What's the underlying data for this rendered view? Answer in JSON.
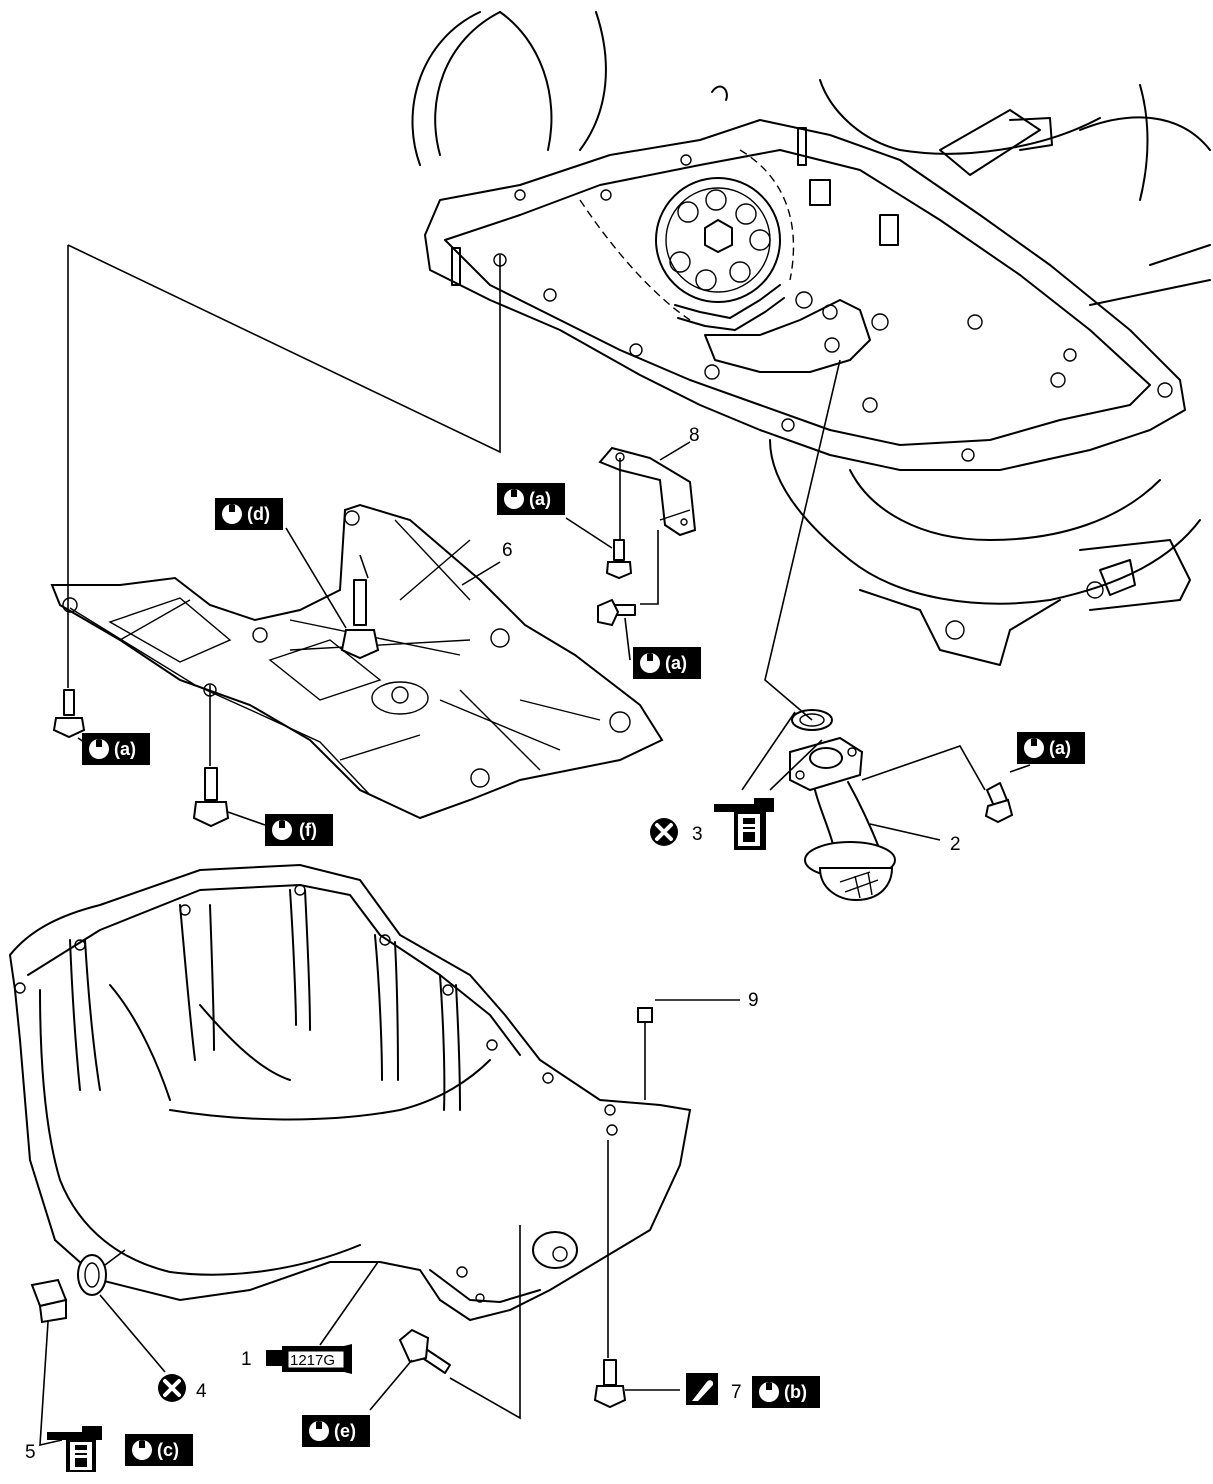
{
  "callouts": {
    "n1": "1",
    "n2": "2",
    "n3": "3",
    "n4": "4",
    "n5": "5",
    "n6": "6",
    "n7": "7",
    "n8": "8",
    "n9": "9"
  },
  "torque_tags": {
    "a1": "(a)",
    "a2": "(a)",
    "a3": "(a)",
    "a4": "(a)",
    "b": "(b)",
    "c": "(c)",
    "d": "(d)",
    "e": "(e)",
    "f": "(f)"
  },
  "sealant": {
    "code": "1217G"
  },
  "icons": {
    "torque": "wrench-torque-icon",
    "replace": "do-not-reuse-icon",
    "oil": "engine-oil-icon",
    "grease": "grease-icon",
    "sealant": "sealant-tube-icon"
  },
  "colors": {
    "line": "#000000",
    "tag_background": "#000000",
    "tag_text": "#ffffff"
  }
}
